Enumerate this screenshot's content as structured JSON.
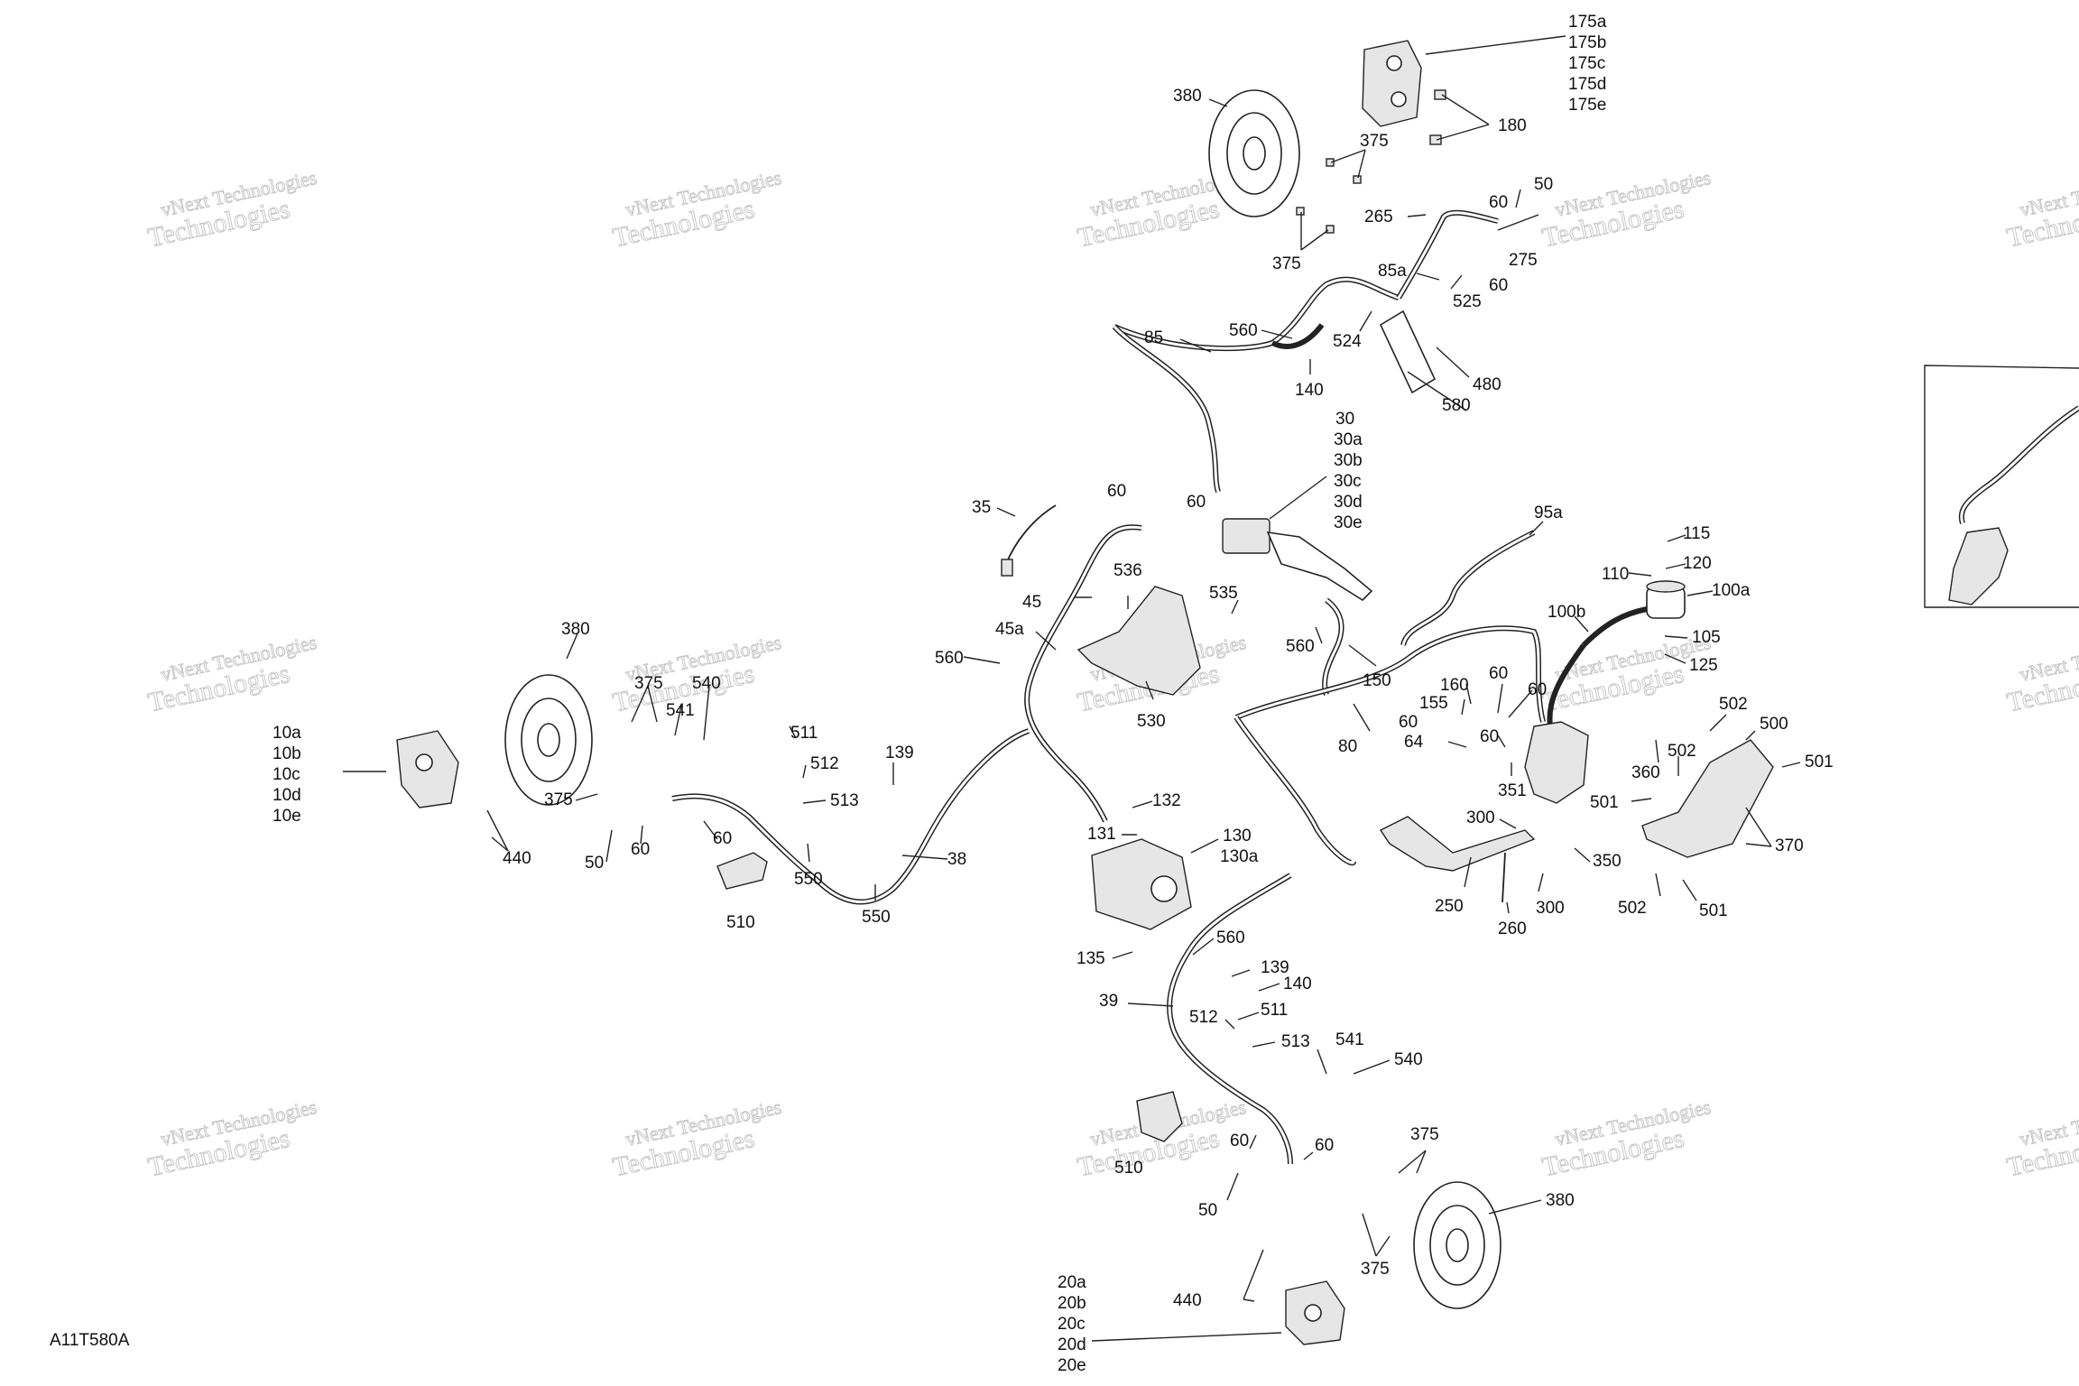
{
  "drawing_code": "A11T580A",
  "watermark": {
    "line1": "vNext Technologies",
    "line2": "Technologies"
  },
  "labels": {
    "l175": [
      "175a",
      "175b",
      "175c",
      "175d",
      "175e"
    ],
    "l380a": "380",
    "l375a": "375",
    "l180": "180",
    "l375b": "375",
    "l265": "265",
    "l60a": "60",
    "l50a": "50",
    "l275": "275",
    "l60b": "60",
    "l85a": "85a",
    "l525": "525",
    "l85": "85",
    "l560a": "560",
    "l524": "524",
    "l140a": "140",
    "l480": "480",
    "l580": "580",
    "l30": [
      "30",
      "30a",
      "30b",
      "30c",
      "30d",
      "30e"
    ],
    "l35": "35",
    "l60c": "60",
    "l60d": "60",
    "l95a": "95a",
    "l115": "115",
    "l120": "120",
    "l110": "110",
    "l100a": "100a",
    "l100b": "100b",
    "l105": "105",
    "l125": "125",
    "l45": "45",
    "l536": "536",
    "l535": "535",
    "l45a": "45a",
    "l560b": "560",
    "l560c": "560",
    "l150": "150",
    "l380b": "380",
    "l375c": "375",
    "l541a": "541",
    "l540a": "540",
    "l10": [
      "10a",
      "10b",
      "10c",
      "10d",
      "10e"
    ],
    "l530": "530",
    "l160": "160",
    "l60e": "60",
    "l60f": "60",
    "l155": "155",
    "l60g": "60",
    "l60h": "60",
    "l64": "64",
    "l80": "80",
    "l502a": "502",
    "l500": "500",
    "l360": "360",
    "l502b": "502",
    "l501a": "501",
    "l351": "351",
    "l501b": "501",
    "l511a": "511",
    "l512a": "512",
    "l139a": "139",
    "l375d": "375",
    "l513a": "513",
    "l300a": "300",
    "l370": "370",
    "l50b": "50",
    "l60i": "60",
    "l60j": "60",
    "l440a": "440",
    "l132": "132",
    "l131": "131",
    "l130": "130",
    "l130a": "130a",
    "l38": "38",
    "l550a": "550",
    "l550b": "550",
    "l510a": "510",
    "l350": "350",
    "l502c": "502",
    "l501c": "501",
    "l250": "250",
    "l300b": "300",
    "l260": "260",
    "l135": "135",
    "l560d": "560",
    "l139b": "139",
    "l140b": "140",
    "l39": "39",
    "l512b": "512",
    "l511b": "511",
    "l513b": "513",
    "l541b": "541",
    "l540b": "540",
    "l60k": "60",
    "l60l": "60",
    "l510b": "510",
    "l375e": "375",
    "l50c": "50",
    "l380c": "380",
    "l440b": "440",
    "l375f": "375",
    "l20": [
      "20a",
      "20b",
      "20c",
      "20d",
      "20e"
    ]
  }
}
